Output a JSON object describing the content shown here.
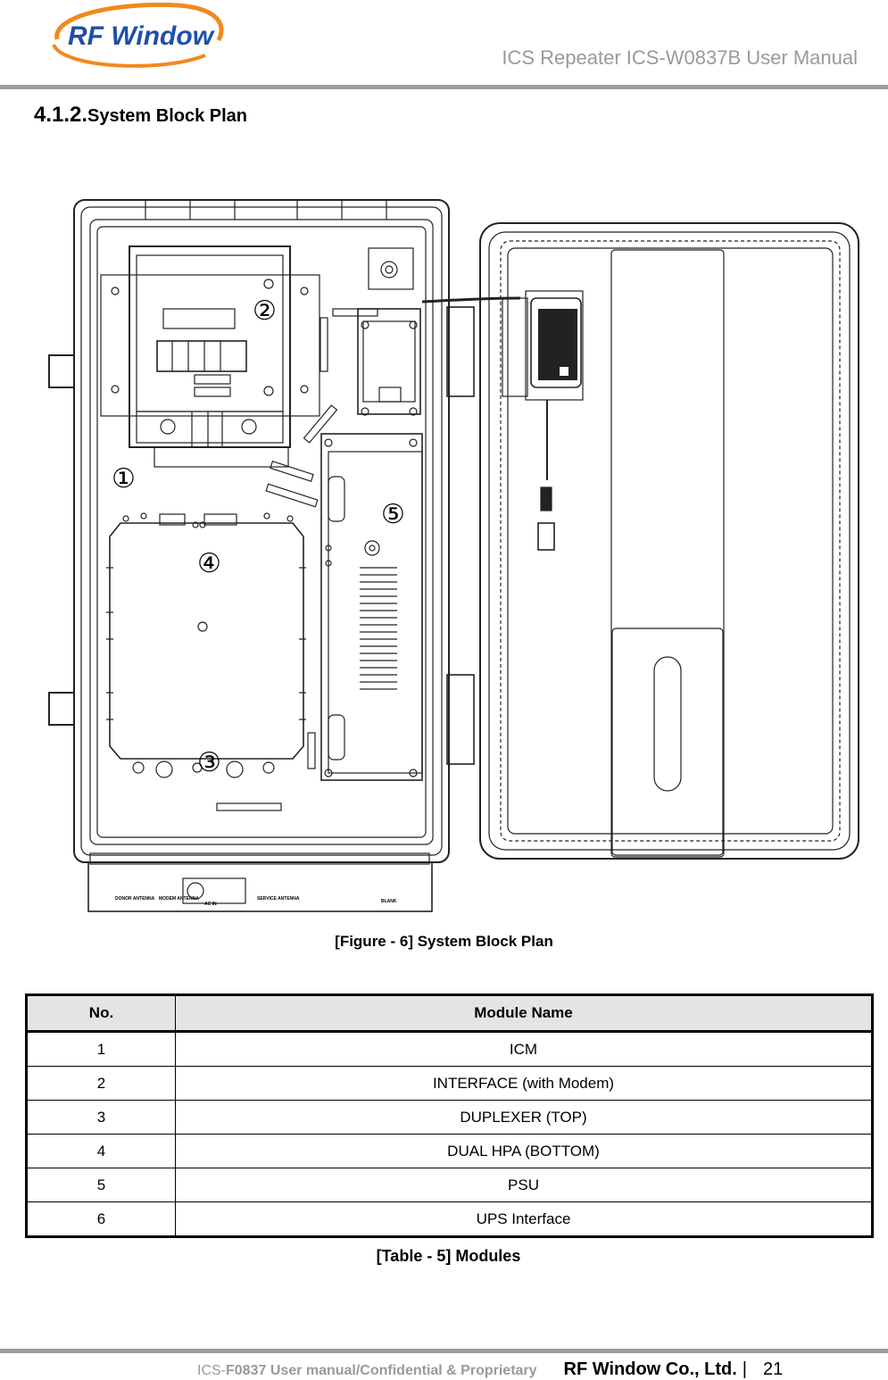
{
  "header": {
    "logo_text": "RF Window",
    "doc_title": "ICS Repeater ICS-W0837B User Manual"
  },
  "section": {
    "number": "4.1.2.",
    "title": "System Block Plan"
  },
  "figure": {
    "callouts": [
      "①",
      "②",
      "③",
      "④",
      "⑤"
    ],
    "bottom_labels": [
      "DONOR ANTENNA",
      "MODEM ANTENNA",
      "AC IN",
      "SERVICE ANTENNA",
      "BLANK"
    ],
    "caption": "[Figure - 6] System Block Plan"
  },
  "table": {
    "headers": [
      "No.",
      "Module Name"
    ],
    "rows": [
      [
        "1",
        "ICM"
      ],
      [
        "2",
        "INTERFACE (with Modem)"
      ],
      [
        "3",
        "DUPLEXER (TOP)"
      ],
      [
        "4",
        "DUAL HPA (BOTTOM)"
      ],
      [
        "5",
        "PSU"
      ],
      [
        "6",
        "UPS Interface"
      ]
    ],
    "caption": "[Table - 5] Modules"
  },
  "footer": {
    "prefix": "ICS-",
    "doc_id": "F0837 User manual/Confidential & Proprietary",
    "company": "RF Window Co., Ltd.",
    "separator": "|",
    "page": "21"
  },
  "colors": {
    "logo_blue": "#1f4fa8",
    "logo_orange": "#f08a1c",
    "rule_gray": "#9b9b9b",
    "header_bg": "#e4e4e4"
  }
}
